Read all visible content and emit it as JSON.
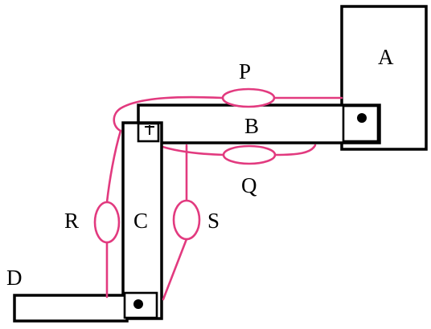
{
  "segments": {
    "a": "A",
    "b": "B",
    "c": "C",
    "d": "D"
  },
  "muscles": {
    "p": "P",
    "q": "Q",
    "r": "R",
    "s": "S"
  },
  "colors": {
    "muscle": "#e23a7f",
    "segment_outline": "#000000",
    "background": "#ffffff"
  }
}
